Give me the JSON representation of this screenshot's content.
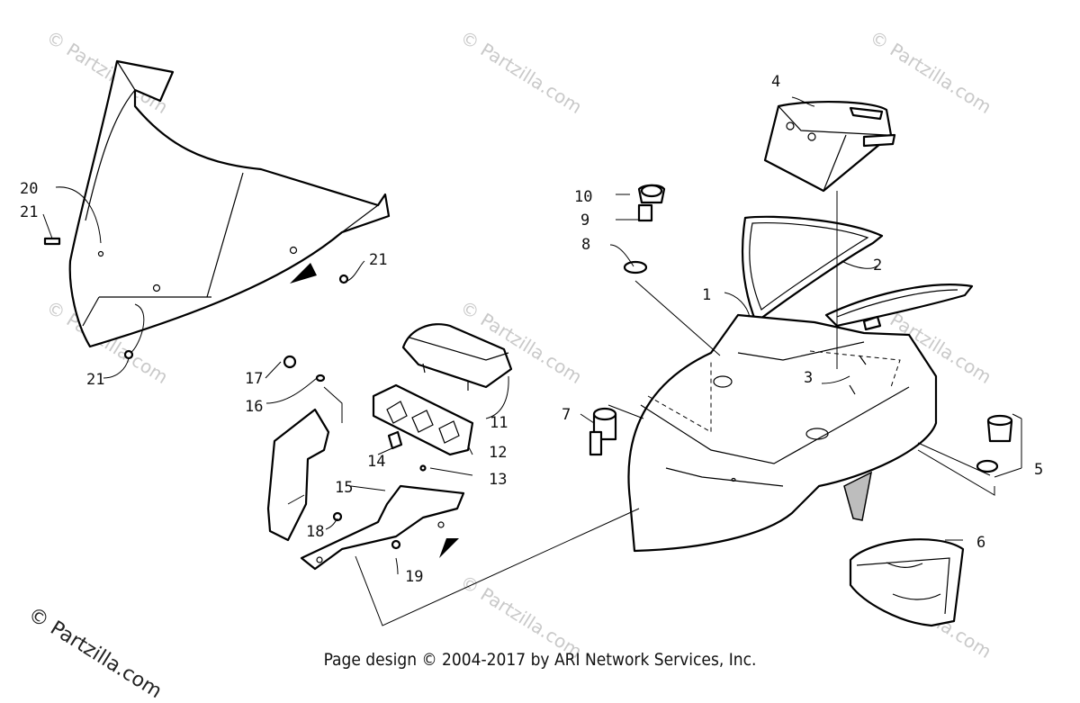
{
  "watermark_text": "© Partzilla.com",
  "footer_text": "Page design © 2004-2017 by ARI Network Services, Inc.",
  "callouts": {
    "c1": "1",
    "c2": "2",
    "c3": "3",
    "c4": "4",
    "c5": "5",
    "c6": "6",
    "c7": "7",
    "c8": "8",
    "c9": "9",
    "c10": "10",
    "c11": "11",
    "c12": "12",
    "c13": "13",
    "c14": "14",
    "c15": "15",
    "c16": "16",
    "c17": "17",
    "c18": "18",
    "c19": "19",
    "c20": "20",
    "c21a": "21",
    "c21b": "21",
    "c21c": "21"
  }
}
